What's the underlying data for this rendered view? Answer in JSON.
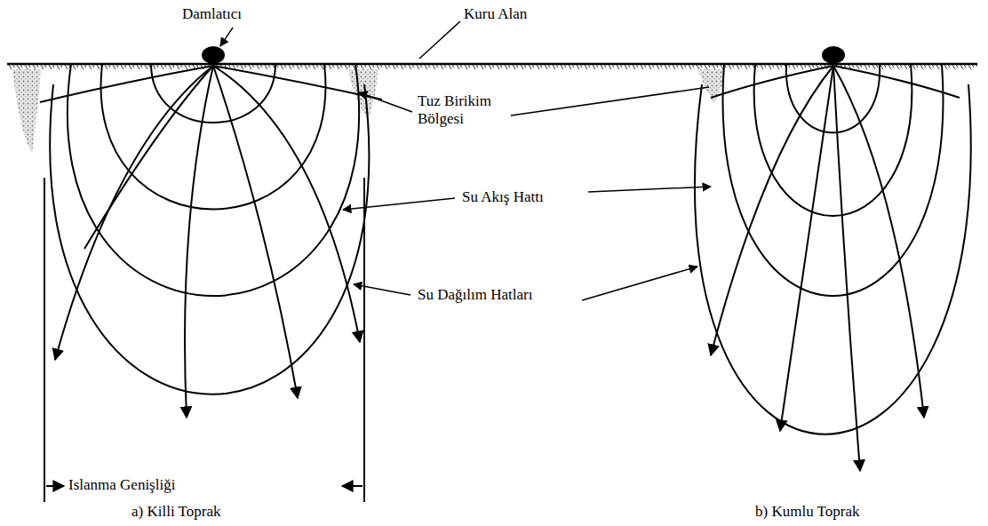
{
  "diagram": {
    "labels": [
      "Damlatıcı",
      "Kuru Alan",
      "Tuz Birikim Bölgesi",
      "Su Akış Hattı",
      "Su Dağılım Hatları",
      "Islanma Genişliği",
      "a) Killi Toprak",
      "b) Kumlu Toprak"
    ]
  }
}
